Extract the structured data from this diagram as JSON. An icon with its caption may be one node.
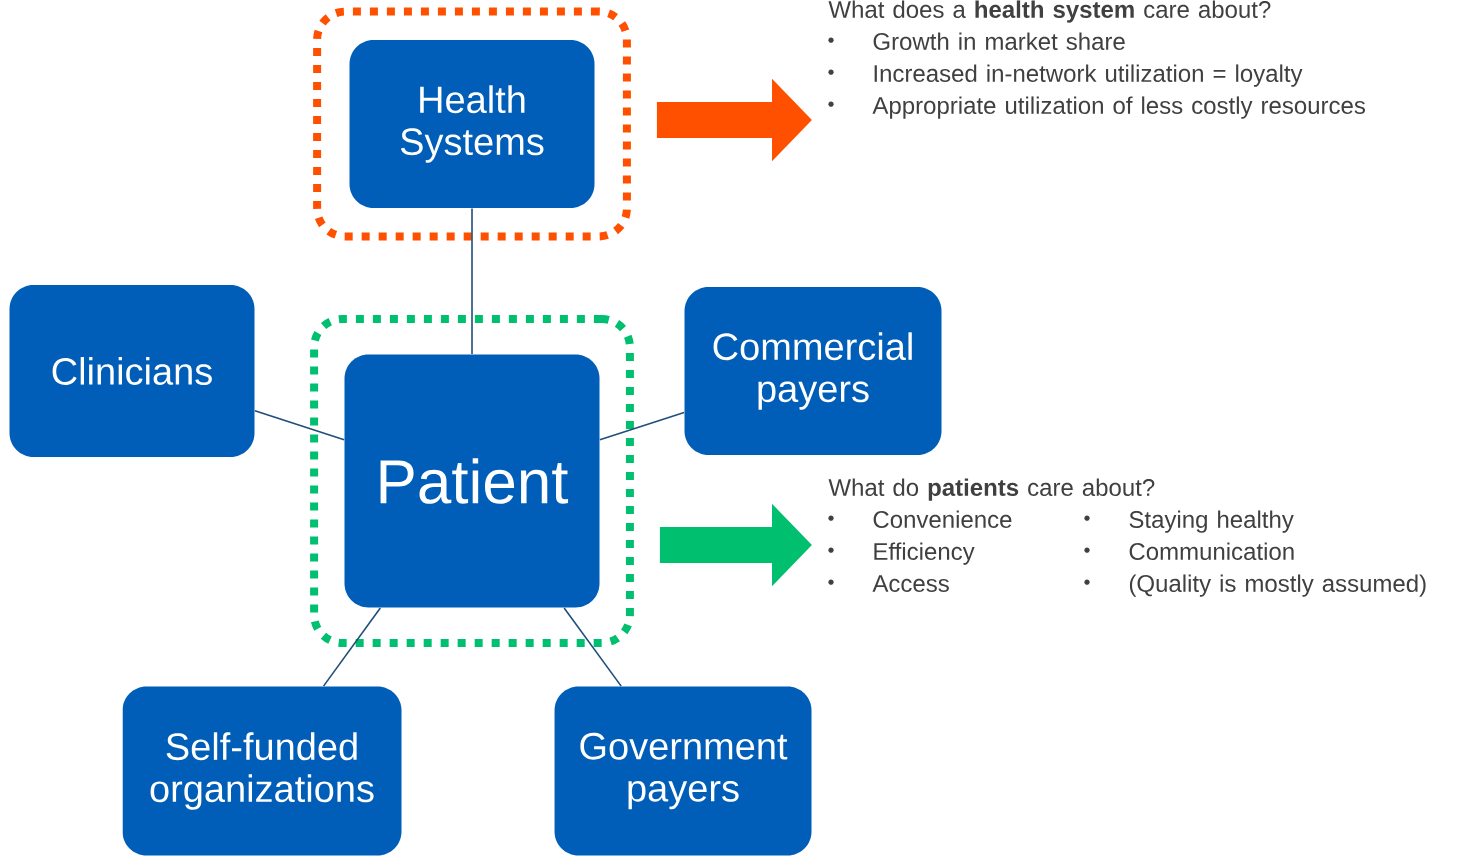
{
  "diagram": {
    "nodes": [
      {
        "text": [],
        "shape": "box"
      },
      {
        "text": [
          "Health Systems"
        ],
        "in": 0
      },
      {
        "text": [
          "Clinicians"
        ]
      },
      {
        "text": [],
        "shape": "box"
      },
      {
        "text": [
          "Patient"
        ],
        "in": 3
      },
      {
        "text": [
          "Commercial payers"
        ]
      },
      {
        "text": [
          "Self-funded organizations"
        ]
      },
      {
        "text": [
          "Government payers"
        ]
      },
      {
        "text": [
          "What does a **health system** care about?",
          "Growth in market share",
          "Increased in-network utilization = loyalty",
          "Appropriate utilization of less costly resources"
        ]
      },
      {
        "text": [
          "What do **patients** care about?",
          "Convenience",
          "Efficiency",
          "Access",
          "Staying healthy",
          "Communication",
          "(Quality is mostly assumed)"
        ]
      }
    ],
    "edges": [
      {
        "from": 1,
        "to": 4,
        "arrow": "none"
      },
      {
        "from": 2,
        "to": 4,
        "arrow": "none"
      },
      {
        "from": 5,
        "to": 4,
        "arrow": "none"
      },
      {
        "from": 6,
        "to": 4,
        "arrow": "none"
      },
      {
        "from": 7,
        "to": 4,
        "arrow": "none"
      },
      {
        "from": 0,
        "to": 8,
        "arrow": "to",
        "style": "thick",
        "color": "#ff5000"
      },
      {
        "from": 3,
        "to": 9,
        "arrow": "to",
        "style": "thick",
        "color": "#00c070"
      }
    ]
  }
}
